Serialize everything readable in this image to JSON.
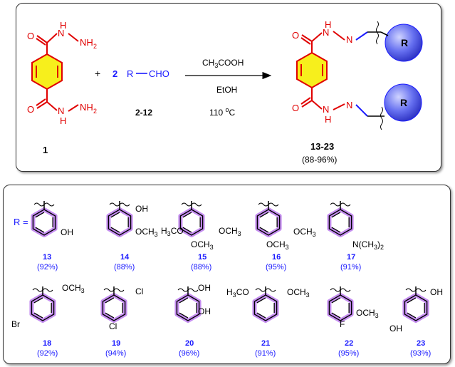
{
  "scheme": {
    "reactant_1_number": "1",
    "reagent_coefficient": "2",
    "reagent_R": "R",
    "reagent_CHO": "CHO",
    "reagent_numbers": "2-12",
    "plus": "+",
    "condition_acid": "CH3COOH",
    "condition_solvent": "EtOH",
    "condition_temperature": "110 oC",
    "product_numbers": "13-23",
    "product_yield": "(88-96%)",
    "product_R": "R"
  },
  "substituents": {
    "R_label": "R =",
    "items": [
      {
        "number": "13",
        "yield": "(92%)",
        "groups": [
          "OH"
        ]
      },
      {
        "number": "14",
        "yield": "(88%)",
        "groups": [
          "OH",
          "OCH3"
        ]
      },
      {
        "number": "15",
        "yield": "(88%)",
        "groups": [
          "H3CO",
          "OCH3",
          "OCH3"
        ]
      },
      {
        "number": "16",
        "yield": "(95%)",
        "groups": [
          "OCH3",
          "OCH3"
        ]
      },
      {
        "number": "17",
        "yield": "(91%)",
        "groups": [
          "N(CH3)2"
        ]
      },
      {
        "number": "18",
        "yield": "(92%)",
        "groups": [
          "OCH3",
          "Br"
        ]
      },
      {
        "number": "19",
        "yield": "(94%)",
        "groups": [
          "Cl",
          "Cl"
        ]
      },
      {
        "number": "20",
        "yield": "(96%)",
        "groups": [
          "OH",
          "OH"
        ]
      },
      {
        "number": "21",
        "yield": "(91%)",
        "groups": [
          "H3CO",
          "OCH3"
        ]
      },
      {
        "number": "22",
        "yield": "(95%)",
        "groups": [
          "F",
          "OCH3"
        ]
      },
      {
        "number": "23",
        "yield": "(93%)",
        "groups": [
          "OH",
          "OH"
        ]
      }
    ]
  }
}
